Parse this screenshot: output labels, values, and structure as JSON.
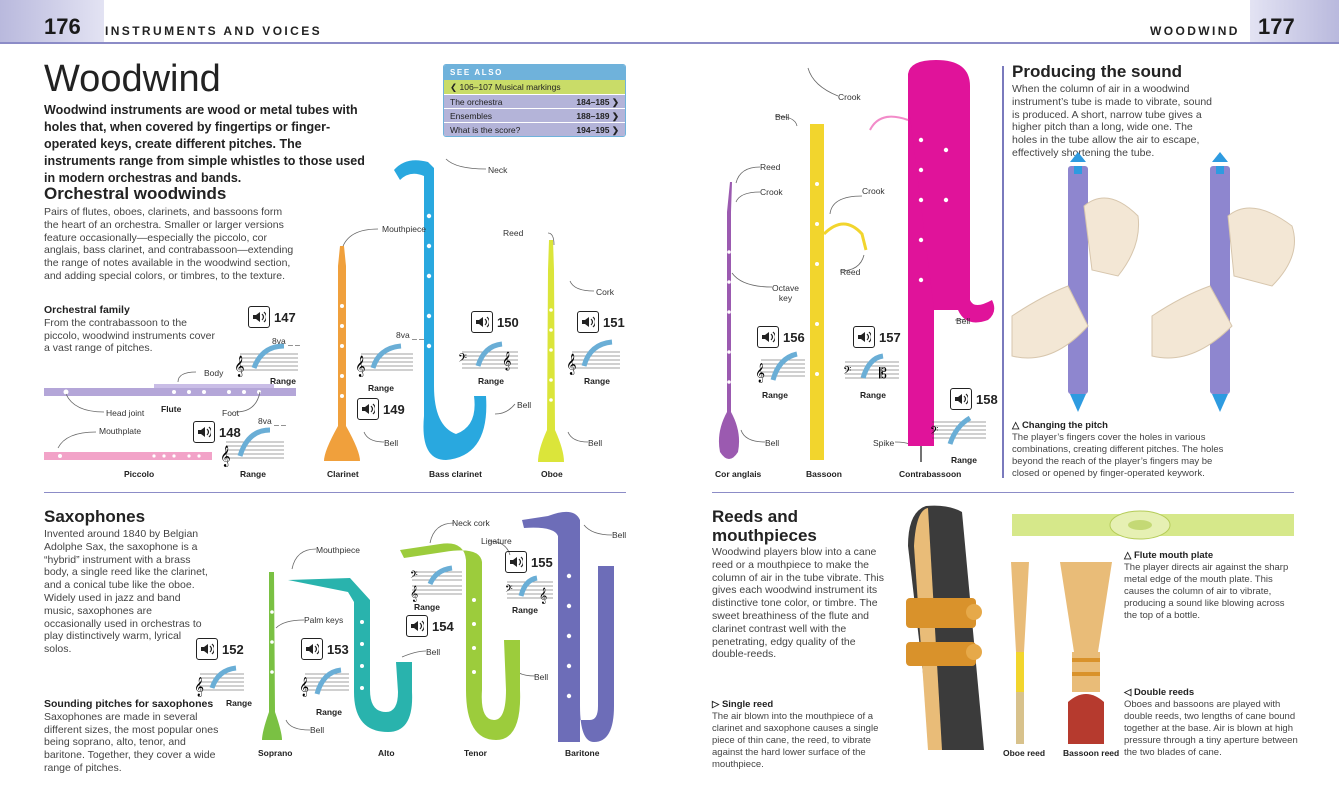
{
  "header": {
    "left_page": "176",
    "left_title": "INSTRUMENTS AND VOICES",
    "right_title": "WOODWIND",
    "right_page": "177"
  },
  "title": "Woodwind",
  "intro": "Woodwind instruments are wood or metal tubes with holes that, when covered by fingertips or finger-operated keys, create different pitches. The instruments range from simple whistles to those used in modern orchestras and bands.",
  "see_also": {
    "heading": "SEE ALSO",
    "items": [
      {
        "label": "❮ 106–107  Musical markings",
        "pages": ""
      },
      {
        "label": "The orchestra",
        "pages": "184–185 ❯"
      },
      {
        "label": "Ensembles",
        "pages": "188–189 ❯"
      },
      {
        "label": "What is the score?",
        "pages": "194–195 ❯"
      }
    ]
  },
  "orchestral": {
    "heading": "Orchestral woodwinds",
    "text": "Pairs of flutes, oboes, clarinets, and bassoons form the heart of an orchestra. Smaller or larger versions feature occasionally—especially the piccolo, cor anglais, bass clarinet, and contrabassoon—extending the range of notes available in the woodwind section, and adding special colors, or timbres, to the texture.",
    "family_title": "Orchestral family",
    "family_text": "From the contrabassoon to the piccolo, woodwind instruments cover a vast range of pitches."
  },
  "labels": {
    "body": "Body",
    "head_joint": "Head joint",
    "flute": "Flute",
    "foot": "Foot",
    "mouthplate": "Mouthplate",
    "piccolo": "Piccolo",
    "range": "Range",
    "mouthpiece": "Mouthpiece",
    "neck": "Neck",
    "reed": "Reed",
    "cork": "Cork",
    "bell": "Bell",
    "clarinet": "Clarinet",
    "bass_clarinet": "Bass clarinet",
    "oboe": "Oboe",
    "crook": "Crook",
    "octave_key": "Octave\nkey",
    "spike": "Spike",
    "cor_anglais": "Cor anglais",
    "bassoon": "Bassoon",
    "contrabassoon": "Contrabassoon",
    "neck_cork": "Neck cork",
    "ligature": "Ligature",
    "palm_keys": "Palm keys",
    "soprano": "Soprano",
    "alto": "Alto",
    "tenor": "Tenor",
    "baritone": "Baritone",
    "oboe_reed": "Oboe reed",
    "bassoon_reed": "Bassoon reed",
    "ottava": "8va _ _"
  },
  "audio": {
    "a147": "147",
    "a148": "148",
    "a149": "149",
    "a150": "150",
    "a151": "151",
    "a152": "152",
    "a153": "153",
    "a154": "154",
    "a155": "155",
    "a156": "156",
    "a157": "157",
    "a158": "158"
  },
  "saxophones": {
    "heading": "Saxophones",
    "text": "Invented around 1840 by Belgian Adolphe Sax, the saxophone is a “hybrid” instrument with a brass body, a single reed like the clarinet, and a conical tube like the oboe. Widely used in jazz and band music, saxophones are occasionally used in orchestras to play distinctively warm, lyrical solos.",
    "caption_title": "Sounding pitches for saxophones",
    "caption_text": "Saxophones are made in several different sizes, the most popular ones being soprano, alto, tenor, and baritone. Together, they cover a wide range of pitches."
  },
  "producing": {
    "heading": "Producing the sound",
    "text": "When the column of air in a woodwind instrument’s tube is made to vibrate, sound is produced. A short, narrow tube gives a higher pitch than a long, wide one. The holes in the tube allow the air to escape, effectively shortening the tube.",
    "caption_title": "△ Changing the pitch",
    "caption_text": "The player’s fingers cover the holes in various combinations, creating different pitches. The holes beyond the reach of the player’s fingers may be closed or opened by finger-operated keywork."
  },
  "reeds": {
    "heading": "Reeds and mouthpieces",
    "text": "Woodwind players blow into a cane reed or a mouthpiece to make the column of air in the tube vibrate. This gives each woodwind instrument its distinctive tone color, or timbre. The sweet breathiness of the flute and clarinet contrast well with the penetrating, edgy quality of the double-reeds.",
    "single_title": "▷ Single reed",
    "single_text": "The air blown into the mouthpiece of a clarinet and saxophone causes a single piece of thin cane, the reed, to vibrate against the hard lower surface of the mouthpiece.",
    "flute_title": "△ Flute mouth plate",
    "flute_text": "The player directs air against the sharp metal edge of the mouth plate. This causes the column of air to vibrate, producing a sound like blowing across the top of a bottle.",
    "double_title": "◁ Double reeds",
    "double_text": "Oboes and bassoons are played with double reeds, two lengths of cane bound together at the base. Air is blown at high pressure through a tiny aperture between the two blades of cane."
  },
  "colors": {
    "accent": "#8c8cc7",
    "flute": "#b4a6d8",
    "piccolo": "#f2a3c8",
    "clarinet": "#f0a03c",
    "bass_clarinet": "#29a8df",
    "oboe": "#dbe53a",
    "cor_anglais": "#9b5ab0",
    "bassoon": "#f2d52d",
    "contrabassoon": "#e0139a",
    "soprano": "#7ac143",
    "alto": "#29b3ad",
    "tenor": "#9ccc3c",
    "baritone": "#6d6db8",
    "pitch_tube": "#8e86cf",
    "airflow": "#2e9be0"
  }
}
